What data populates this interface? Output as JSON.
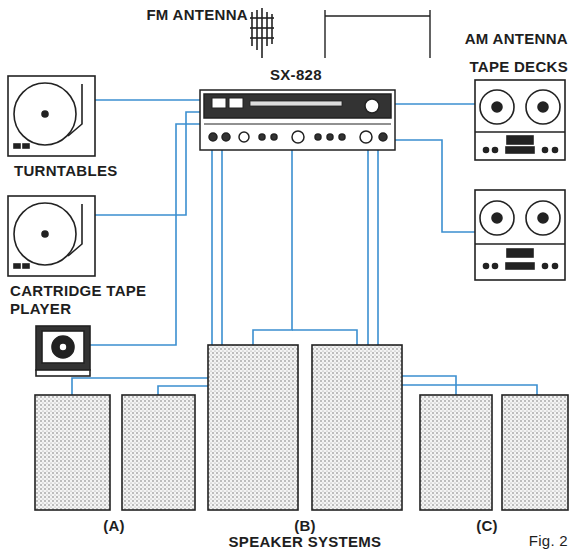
{
  "diagram": {
    "caption": "Fig. 2",
    "labels": [
      "FM ANTENNA",
      "AM ANTENNA",
      "SX-828",
      "TURNTABLES",
      "CARTRIDGE TAPE PLAYER",
      "TAPE DECKS",
      "(A)",
      "(B)",
      "SPEAKER SYSTEMS",
      "(C)"
    ]
  }
}
